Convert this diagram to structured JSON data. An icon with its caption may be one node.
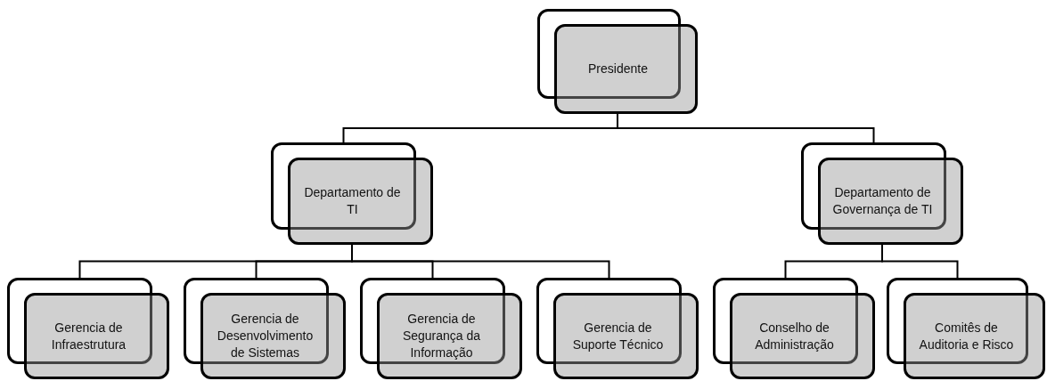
{
  "diagram": {
    "nodes": [
      {
        "text": [
          "Presidente"
        ]
      },
      {
        "text": [
          "Departamento de TI"
        ]
      },
      {
        "text": [
          "Departamento de Governança de TI"
        ]
      },
      {
        "text": [
          "Gerencia de Infraestrutura"
        ]
      },
      {
        "text": [
          "Gerencia de Desenvolvimento de Sistemas"
        ]
      },
      {
        "text": [
          "Gerencia de Segurança da Informação"
        ]
      },
      {
        "text": [
          "Gerencia de Suporte Técnico"
        ]
      },
      {
        "text": [
          "Conselho de Administração"
        ]
      },
      {
        "text": [
          "Comitês de Auditoria e Risco"
        ]
      }
    ],
    "edges": [
      {
        "from": 0,
        "to": 1,
        "arrow": "none"
      },
      {
        "from": 0,
        "to": 2,
        "arrow": "none"
      },
      {
        "from": 1,
        "to": 3,
        "arrow": "none"
      },
      {
        "from": 1,
        "to": 4,
        "arrow": "none"
      },
      {
        "from": 1,
        "to": 5,
        "arrow": "none"
      },
      {
        "from": 1,
        "to": 6,
        "arrow": "none"
      },
      {
        "from": 2,
        "to": 7,
        "arrow": "none"
      },
      {
        "from": 2,
        "to": 8,
        "arrow": "none"
      }
    ]
  }
}
